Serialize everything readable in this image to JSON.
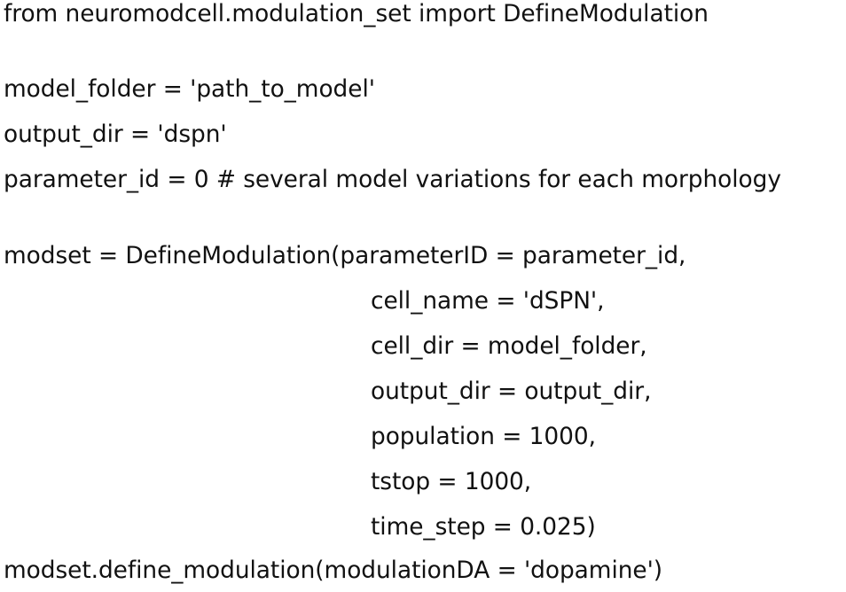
{
  "code": {
    "line_import": "from neuromodcell.modulation_set import DefineModulation",
    "line_model_folder": "model_folder = 'path_to_model'",
    "line_output_dir": "output_dir = 'dspn'",
    "line_parameter_id": "parameter_id = 0 # several model variations for each morphology",
    "line_modset": "modset = DefineModulation(parameterID = parameter_id,",
    "line_cell_name": "cell_name = 'dSPN',",
    "line_cell_dir": "cell_dir = model_folder,",
    "line_output_dir_arg": "output_dir = output_dir,",
    "line_population": "population = 1000,",
    "line_tstop": "tstop = 1000,",
    "line_time_step": "time_step = 0.025)",
    "line_define_modulation": "modset.define_modulation(modulationDA = 'dopamine')"
  }
}
